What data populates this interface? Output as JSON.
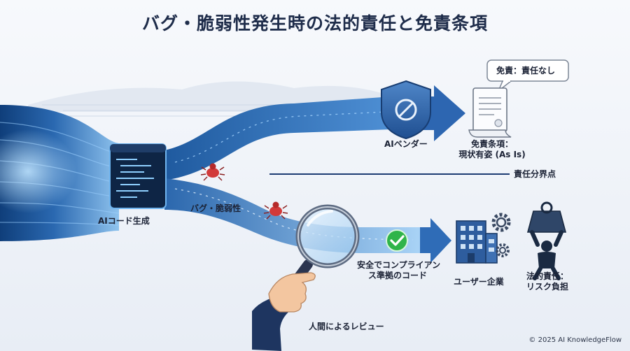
{
  "title": "バグ・脆弱性発生時の法的責任と免責条項",
  "labels": {
    "ai_code": "AIコード生成",
    "bugs": "バグ・脆弱性",
    "ai_vendor": "AIベンダー",
    "disclaimer_line1": "免責条項：",
    "disclaimer_line2": "現状有姿 (As Is)",
    "speech_bubble": "免責：責任なし",
    "boundary": "責任分界点",
    "safe_code_line1": "安全でコンプライアン",
    "safe_code_line2": "ス準拠のコード",
    "user_company": "ユーザー企業",
    "liability_line1": "法的責任：",
    "liability_line2": "リスク負担",
    "human_review": "人間によるレビュー"
  },
  "copyright": "© 2025 AI KnowledgeFlow",
  "colors": {
    "title": "#1e2c4a",
    "stream_dark": "#1d4f8f",
    "stream_light": "#6fb4ee",
    "bug": "#d23a3a",
    "check": "#2fb44a",
    "shield": "#2d5fa3"
  },
  "icons": [
    "code-screen-icon",
    "bug-icon",
    "shield-icon",
    "document-icon",
    "magnifier-icon",
    "checkmark-icon",
    "building-icon",
    "gear-icon",
    "weight-person-icon"
  ]
}
